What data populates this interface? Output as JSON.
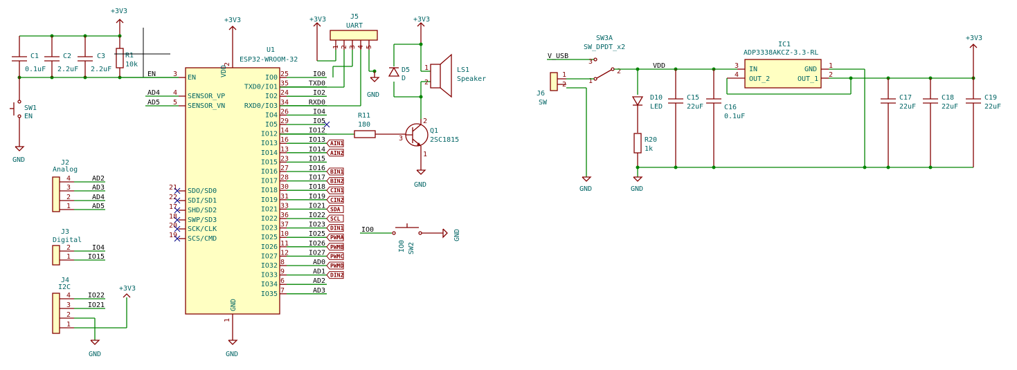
{
  "power": {
    "p3v3": "+3V3",
    "gnd": "GND",
    "vdd": "VDD",
    "vusb": "V_USB"
  },
  "u1": {
    "ref": "U1",
    "value": "ESP32-WROOM-32",
    "pin_vdd": "VDD",
    "pin_gnd": "GND",
    "vdd_num": "2",
    "gnd_num": "1",
    "left_pins": [
      {
        "num": "3",
        "name": "EN"
      },
      {
        "num": "4",
        "name": "SENSOR_VP"
      },
      {
        "num": "5",
        "name": "SENSOR_VN"
      },
      {
        "num": "21",
        "name": "SDO/SD0"
      },
      {
        "num": "22",
        "name": "SDI/SD1"
      },
      {
        "num": "17",
        "name": "SHD/SD2"
      },
      {
        "num": "18",
        "name": "SWP/SD3"
      },
      {
        "num": "20",
        "name": "SCK/CLK"
      },
      {
        "num": "19",
        "name": "SCS/CMD"
      }
    ],
    "right_pins": [
      {
        "num": "25",
        "name": "IO0",
        "net": "IO0"
      },
      {
        "num": "35",
        "name": "TXD0/IO1",
        "net": "TXD0"
      },
      {
        "num": "24",
        "name": "IO2",
        "net": "IO2"
      },
      {
        "num": "34",
        "name": "RXD0/IO3",
        "net": "RXD0"
      },
      {
        "num": "26",
        "name": "IO4",
        "net": "IO4"
      },
      {
        "num": "29",
        "name": "IO5",
        "net": "IO5"
      },
      {
        "num": "14",
        "name": "IO12",
        "net": "IO12"
      },
      {
        "num": "16",
        "name": "IO13",
        "net": "IO13"
      },
      {
        "num": "13",
        "name": "IO14",
        "net": "IO14"
      },
      {
        "num": "23",
        "name": "IO15",
        "net": "IO15"
      },
      {
        "num": "27",
        "name": "IO16",
        "net": "IO16"
      },
      {
        "num": "28",
        "name": "IO17",
        "net": "IO17"
      },
      {
        "num": "30",
        "name": "IO18",
        "net": "IO18"
      },
      {
        "num": "31",
        "name": "IO19",
        "net": "IO19"
      },
      {
        "num": "33",
        "name": "IO21",
        "net": "IO21"
      },
      {
        "num": "36",
        "name": "IO22",
        "net": "IO22"
      },
      {
        "num": "37",
        "name": "IO23",
        "net": "IO23"
      },
      {
        "num": "10",
        "name": "IO25",
        "net": "IO25"
      },
      {
        "num": "11",
        "name": "IO26",
        "net": "IO26"
      },
      {
        "num": "12",
        "name": "IO27",
        "net": "IO27"
      },
      {
        "num": "8",
        "name": "IO32",
        "net": "AD0"
      },
      {
        "num": "9",
        "name": "IO33",
        "net": "AD1"
      },
      {
        "num": "6",
        "name": "IO34",
        "net": "AD2"
      },
      {
        "num": "7",
        "name": "IO35",
        "net": "AD3"
      }
    ],
    "left_nets": {
      "en": "EN",
      "ad4": "AD4",
      "ad5": "AD5"
    }
  },
  "global_labels": [
    {
      "net": "IO13",
      "label": "AIN1"
    },
    {
      "net": "IO14",
      "label": "AIN2"
    },
    {
      "net": "IO16",
      "label": "BIN1"
    },
    {
      "net": "IO17",
      "label": "BIN2"
    },
    {
      "net": "IO18",
      "label": "CIN1"
    },
    {
      "net": "IO19",
      "label": "CIN2"
    },
    {
      "net": "IO21",
      "label": "SDA"
    },
    {
      "net": "IO22",
      "label": "SCL"
    },
    {
      "net": "IO23",
      "label": "DIN1"
    },
    {
      "net": "IO25",
      "label": "PWMA"
    },
    {
      "net": "IO26",
      "label": "PWMB"
    },
    {
      "net": "IO27",
      "label": "PWMC"
    },
    {
      "net": "AD0",
      "label": "PWMD"
    },
    {
      "net": "AD1",
      "label": "DIN2"
    }
  ],
  "caps_left": [
    {
      "ref": "C1",
      "value": "0.1uF"
    },
    {
      "ref": "C2",
      "value": "2.2uF"
    },
    {
      "ref": "C3",
      "value": "2.2uF"
    }
  ],
  "r1": {
    "ref": "R1",
    "value": "10k"
  },
  "sw1": {
    "ref": "SW1",
    "value": "EN"
  },
  "j2": {
    "ref": "J2",
    "value": "Analog",
    "pins": [
      "4",
      "3",
      "2",
      "1"
    ],
    "nets": [
      "AD2",
      "AD3",
      "AD4",
      "AD5"
    ]
  },
  "j3": {
    "ref": "J3",
    "value": "Digital",
    "pins": [
      "2",
      "1"
    ],
    "nets": [
      "IO4",
      "IO15"
    ]
  },
  "j4": {
    "ref": "J4",
    "value": "I2C",
    "pins": [
      "4",
      "3",
      "2",
      "1"
    ],
    "nets": [
      "IO22",
      "IO21"
    ]
  },
  "j5": {
    "ref": "J5",
    "value": "UART",
    "pins": [
      "1",
      "2",
      "3",
      "4",
      "5"
    ]
  },
  "d5": {
    "ref": "D5",
    "value": "D"
  },
  "ls1": {
    "ref": "LS1",
    "value": "Speaker",
    "pin1": "1",
    "pin2": "2"
  },
  "r11": {
    "ref": "R11",
    "value": "180"
  },
  "q1": {
    "ref": "Q1",
    "value": "2SC1815",
    "p1": "1",
    "p2": "2",
    "p3": "3"
  },
  "sw2": {
    "ref": "SW2",
    "value": "IO0",
    "net": "IO0"
  },
  "sw3": {
    "ref": "SW3A",
    "value": "SW_DPDT_x2",
    "p1": "1",
    "p2": "2",
    "p3": "3"
  },
  "j6": {
    "ref": "J6",
    "value": "SW",
    "p1": "1",
    "p2": "2"
  },
  "d10": {
    "ref": "D10",
    "value": "LED"
  },
  "r20": {
    "ref": "R20",
    "value": "1k"
  },
  "c15": {
    "ref": "C15",
    "value": "22uF"
  },
  "c16": {
    "ref": "C16",
    "value": "0.1uF"
  },
  "ic1": {
    "ref": "IC1",
    "value": "ADP3338AKCZ-3.3-RL",
    "pins": {
      "in": "IN",
      "out2": "OUT_2",
      "gnd": "GND",
      "out1": "OUT_1"
    },
    "nums": {
      "in": "3",
      "out2": "4",
      "gnd": "1",
      "out1": "2"
    }
  },
  "caps_right": [
    {
      "ref": "C17",
      "value": "22uF"
    },
    {
      "ref": "C18",
      "value": "22uF"
    },
    {
      "ref": "C19",
      "value": "22uF"
    }
  ]
}
